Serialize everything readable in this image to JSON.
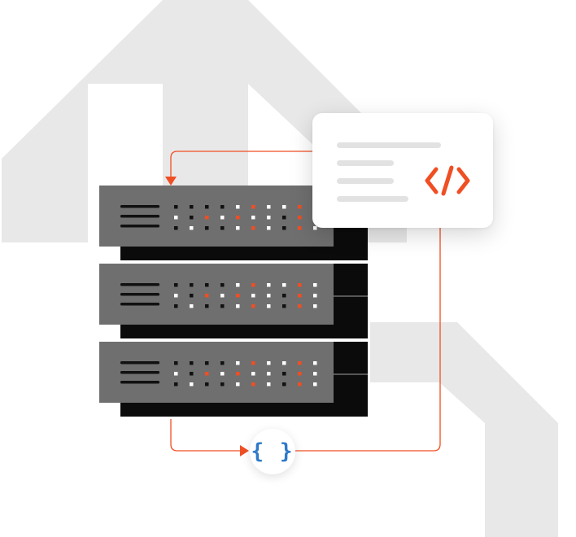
{
  "colors": {
    "background_shape": "#e8e8e8",
    "server_face": "#6f6f6f",
    "server_shadow": "#0b0b0b",
    "connector": "#f04e23",
    "led_dark": "#111111",
    "led_white": "#ffffff",
    "led_orange": "#f04e23",
    "card_line": "#e2e2e2",
    "code_icon": "#f04e23",
    "brace_icon": "#2f79c9"
  },
  "icons": {
    "code": "code-brackets-icon",
    "data": "curly-braces-icon"
  },
  "badge": {
    "glyph": "{ }"
  },
  "servers": [
    {
      "id": "server-1"
    },
    {
      "id": "server-2"
    },
    {
      "id": "server-3"
    }
  ]
}
